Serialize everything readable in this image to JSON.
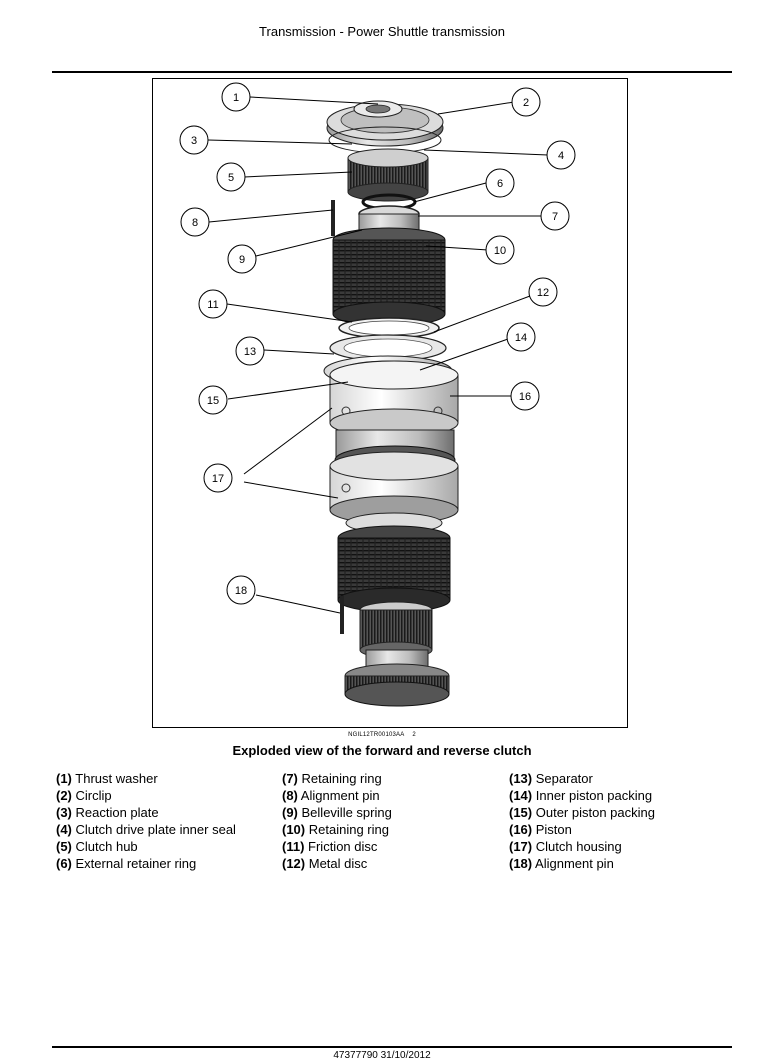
{
  "header": {
    "title": "Transmission - Power Shuttle transmission"
  },
  "figure": {
    "id": "NGIL12TR00103AA",
    "number": "2",
    "caption": "Exploded view of the forward and reverse clutch",
    "callouts": [
      "1",
      "2",
      "3",
      "4",
      "5",
      "6",
      "7",
      "8",
      "9",
      "10",
      "11",
      "12",
      "13",
      "14",
      "15",
      "16",
      "17",
      "18"
    ]
  },
  "legend": [
    {
      "num": "(1)",
      "label": "Thrust washer"
    },
    {
      "num": "(2)",
      "label": "Circlip"
    },
    {
      "num": "(3)",
      "label": "Reaction plate"
    },
    {
      "num": "(4)",
      "label": "Clutch drive plate inner seal"
    },
    {
      "num": "(5)",
      "label": "Clutch hub"
    },
    {
      "num": "(6)",
      "label": "External retainer ring"
    },
    {
      "num": "(7)",
      "label": "Retaining ring"
    },
    {
      "num": "(8)",
      "label": "Alignment pin"
    },
    {
      "num": "(9)",
      "label": "Belleville spring"
    },
    {
      "num": "(10)",
      "label": "Retaining ring"
    },
    {
      "num": "(11)",
      "label": "Friction disc"
    },
    {
      "num": "(12)",
      "label": "Metal disc"
    },
    {
      "num": "(13)",
      "label": "Separator"
    },
    {
      "num": "(14)",
      "label": "Inner piston packing"
    },
    {
      "num": "(15)",
      "label": "Outer piston packing"
    },
    {
      "num": "(16)",
      "label": "Piston"
    },
    {
      "num": "(17)",
      "label": "Clutch housing"
    },
    {
      "num": "(18)",
      "label": "Alignment pin"
    }
  ],
  "footer": {
    "text": "47377790 31/10/2012"
  }
}
